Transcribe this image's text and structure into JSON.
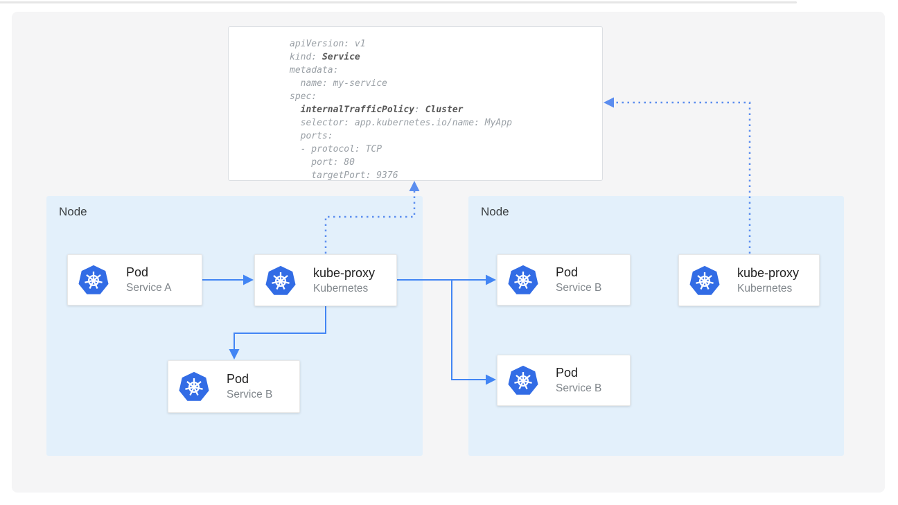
{
  "colors": {
    "arrow_solid": "#4285f4",
    "arrow_dotted": "#5b8def",
    "node_fill": "#e3f0fb",
    "kubernetes_blue": "#326ce5",
    "card_title": "#212121",
    "card_subtitle": "#80868b",
    "node_label": "#3c4043",
    "code_normal": "#9aa0a6",
    "code_bold": "#565656",
    "canvas_bg": "#f5f5f6"
  },
  "yaml_panel": {
    "lines": [
      [
        {
          "t": "apiVersion: v1",
          "b": false
        }
      ],
      [
        {
          "t": "kind: ",
          "b": false
        },
        {
          "t": "Service",
          "b": true
        }
      ],
      [
        {
          "t": "metadata:",
          "b": false
        }
      ],
      [
        {
          "t": "  name: my-service",
          "b": false
        }
      ],
      [
        {
          "t": "spec:",
          "b": false
        }
      ],
      [
        {
          "t": "  ",
          "b": false
        },
        {
          "t": "internalTrafficPolicy",
          "b": true
        },
        {
          "t": ": ",
          "b": false
        },
        {
          "t": "Cluster",
          "b": true
        }
      ],
      [
        {
          "t": "  selector: app.kubernetes.io/name: MyApp",
          "b": false
        }
      ],
      [
        {
          "t": "  ports:",
          "b": false
        }
      ],
      [
        {
          "t": "  - protocol: TCP",
          "b": false
        }
      ],
      [
        {
          "t": "    port: 80",
          "b": false
        }
      ],
      [
        {
          "t": "    targetPort: 9376",
          "b": false
        }
      ]
    ]
  },
  "nodes": [
    {
      "label": "Node",
      "cards": [
        {
          "title": "Pod",
          "subtitle": "Service A"
        },
        {
          "title": "kube-proxy",
          "subtitle": "Kubernetes"
        },
        {
          "title": "Pod",
          "subtitle": "Service B"
        }
      ]
    },
    {
      "label": "Node",
      "cards": [
        {
          "title": "Pod",
          "subtitle": "Service B"
        },
        {
          "title": "Pod",
          "subtitle": "Service B"
        },
        {
          "title": "kube-proxy",
          "subtitle": "Kubernetes"
        }
      ]
    }
  ]
}
